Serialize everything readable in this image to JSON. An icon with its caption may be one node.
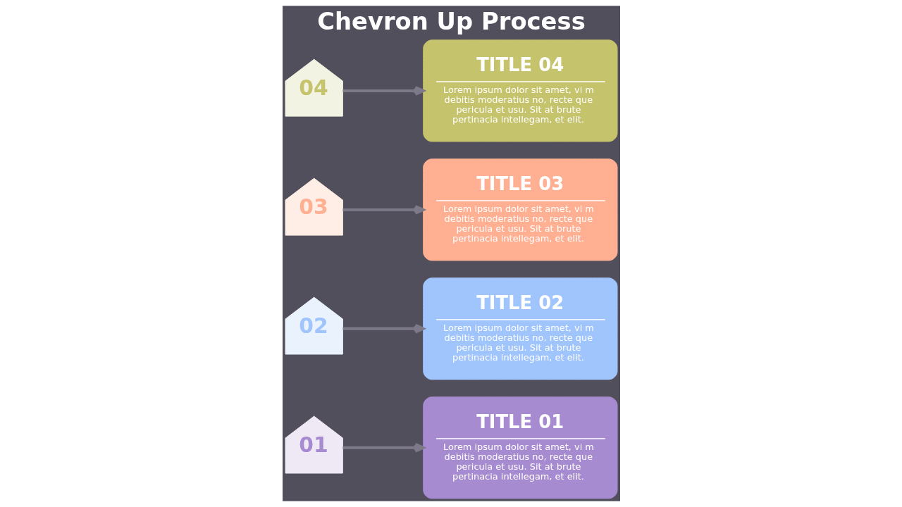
{
  "diagram": {
    "title": "Chevron Up Process",
    "nodes": [
      {
        "text": [
          "TITLE 04",
          "Lorem ipsum dolor sit amet, vi m debitis moderatius no, recte que pericula et usu. Sit at brute pertinacia intellegam, et elit."
        ]
      },
      {
        "text": [
          "04"
        ]
      },
      {
        "text": [
          "TITLE 03",
          "Lorem ipsum dolor sit amet, vi m debitis moderatius no, recte que pericula et usu. Sit at brute pertinacia intellegam, et elit."
        ]
      },
      {
        "text": [
          "03"
        ]
      },
      {
        "text": [
          "TITLE 02",
          "Lorem ipsum dolor sit amet, vi m debitis moderatius no, recte que pericula et usu. Sit at brute pertinacia intellegam, et elit."
        ]
      },
      {
        "text": [
          "02"
        ]
      },
      {
        "text": [
          "TITLE 01",
          "Lorem ipsum dolor sit amet, vi m debitis moderatius no, recte que pericula et usu. Sit at brute pertinacia intellegam, et elit."
        ]
      },
      {
        "text": [
          "01"
        ]
      }
    ],
    "edges": [
      {
        "from": 1,
        "to": 0,
        "arrow": "to"
      },
      {
        "from": 3,
        "to": 2,
        "arrow": "to"
      },
      {
        "from": 5,
        "to": 4,
        "arrow": "to"
      },
      {
        "from": 7,
        "to": 6,
        "arrow": "to"
      }
    ]
  }
}
